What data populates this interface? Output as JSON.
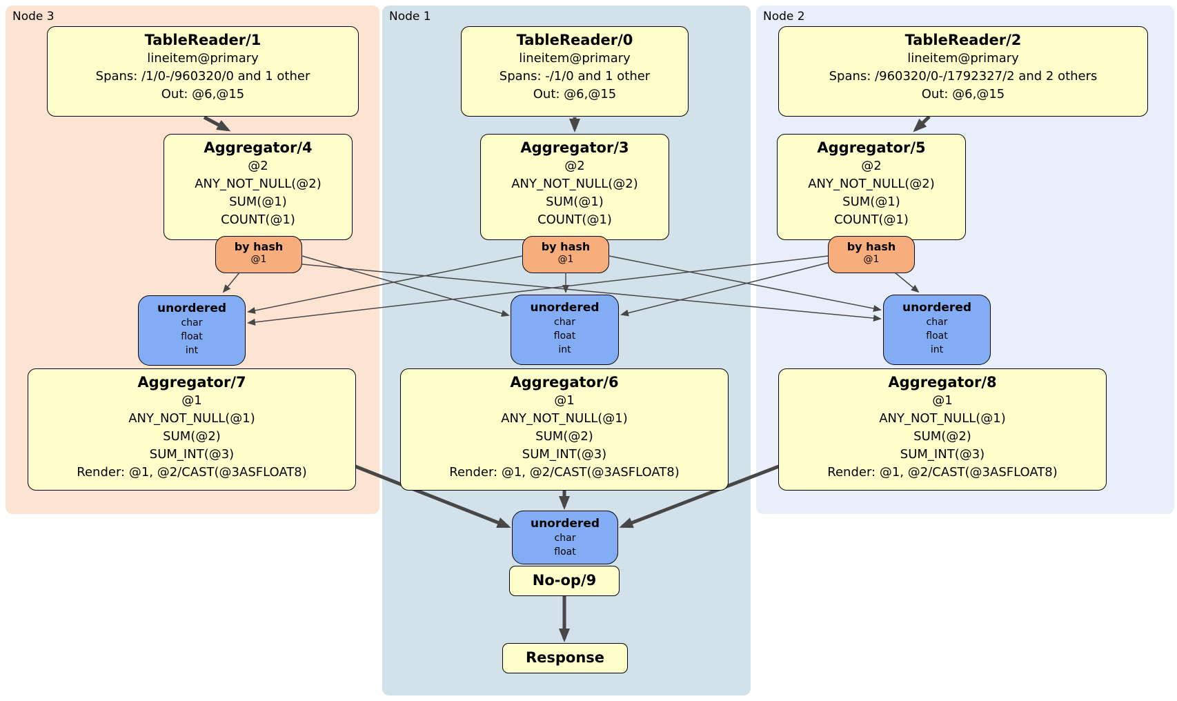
{
  "colors": {
    "node3_bg": "#fce3d2",
    "node1_bg": "#d3e1ea",
    "node2_bg": "#e9effa",
    "processor_bg": "#ffffcc",
    "router_bg": "#f7ae7c",
    "sync_bg": "#82adf4",
    "edge": "#474747",
    "border": "#000000"
  },
  "regions": {
    "node3": {
      "label": "Node 3"
    },
    "node1": {
      "label": "Node 1"
    },
    "node2": {
      "label": "Node 2"
    }
  },
  "processors": {
    "tr1": {
      "title": "TableReader/1",
      "lines": [
        "lineitem@primary",
        "Spans: /1/0-/960320/0 and 1 other",
        "Out: @6,@15"
      ]
    },
    "tr0": {
      "title": "TableReader/0",
      "lines": [
        "lineitem@primary",
        "Spans: -/1/0 and 1 other",
        "Out: @6,@15"
      ]
    },
    "tr2": {
      "title": "TableReader/2",
      "lines": [
        "lineitem@primary",
        "Spans: /960320/0-/1792327/2 and 2 others",
        "Out: @6,@15"
      ]
    },
    "agg4": {
      "title": "Aggregator/4",
      "lines": [
        "@2",
        "ANY_NOT_NULL(@2)",
        "SUM(@1)",
        "COUNT(@1)"
      ]
    },
    "agg3": {
      "title": "Aggregator/3",
      "lines": [
        "@2",
        "ANY_NOT_NULL(@2)",
        "SUM(@1)",
        "COUNT(@1)"
      ]
    },
    "agg5": {
      "title": "Aggregator/5",
      "lines": [
        "@2",
        "ANY_NOT_NULL(@2)",
        "SUM(@1)",
        "COUNT(@1)"
      ]
    },
    "agg7": {
      "title": "Aggregator/7",
      "lines": [
        "@1",
        "ANY_NOT_NULL(@1)",
        "SUM(@2)",
        "SUM_INT(@3)",
        "Render: @1, @2/CAST(@3ASFLOAT8)"
      ]
    },
    "agg6": {
      "title": "Aggregator/6",
      "lines": [
        "@1",
        "ANY_NOT_NULL(@1)",
        "SUM(@2)",
        "SUM_INT(@3)",
        "Render: @1, @2/CAST(@3ASFLOAT8)"
      ]
    },
    "agg8": {
      "title": "Aggregator/8",
      "lines": [
        "@1",
        "ANY_NOT_NULL(@1)",
        "SUM(@2)",
        "SUM_INT(@3)",
        "Render: @1, @2/CAST(@3ASFLOAT8)"
      ]
    },
    "noop": {
      "title": "No-op/9"
    },
    "response": {
      "title": "Response"
    }
  },
  "routers": {
    "hash_node3": {
      "title": "by hash",
      "lines": [
        "@1"
      ]
    },
    "hash_node1": {
      "title": "by hash",
      "lines": [
        "@1"
      ]
    },
    "hash_node2": {
      "title": "by hash",
      "lines": [
        "@1"
      ]
    }
  },
  "syncs": {
    "sync_node3": {
      "title": "unordered",
      "lines": [
        "char",
        "float",
        "int"
      ]
    },
    "sync_node1": {
      "title": "unordered",
      "lines": [
        "char",
        "float",
        "int"
      ]
    },
    "sync_node2": {
      "title": "unordered",
      "lines": [
        "char",
        "float",
        "int"
      ]
    },
    "sync_final": {
      "title": "unordered",
      "lines": [
        "char",
        "float"
      ]
    }
  }
}
